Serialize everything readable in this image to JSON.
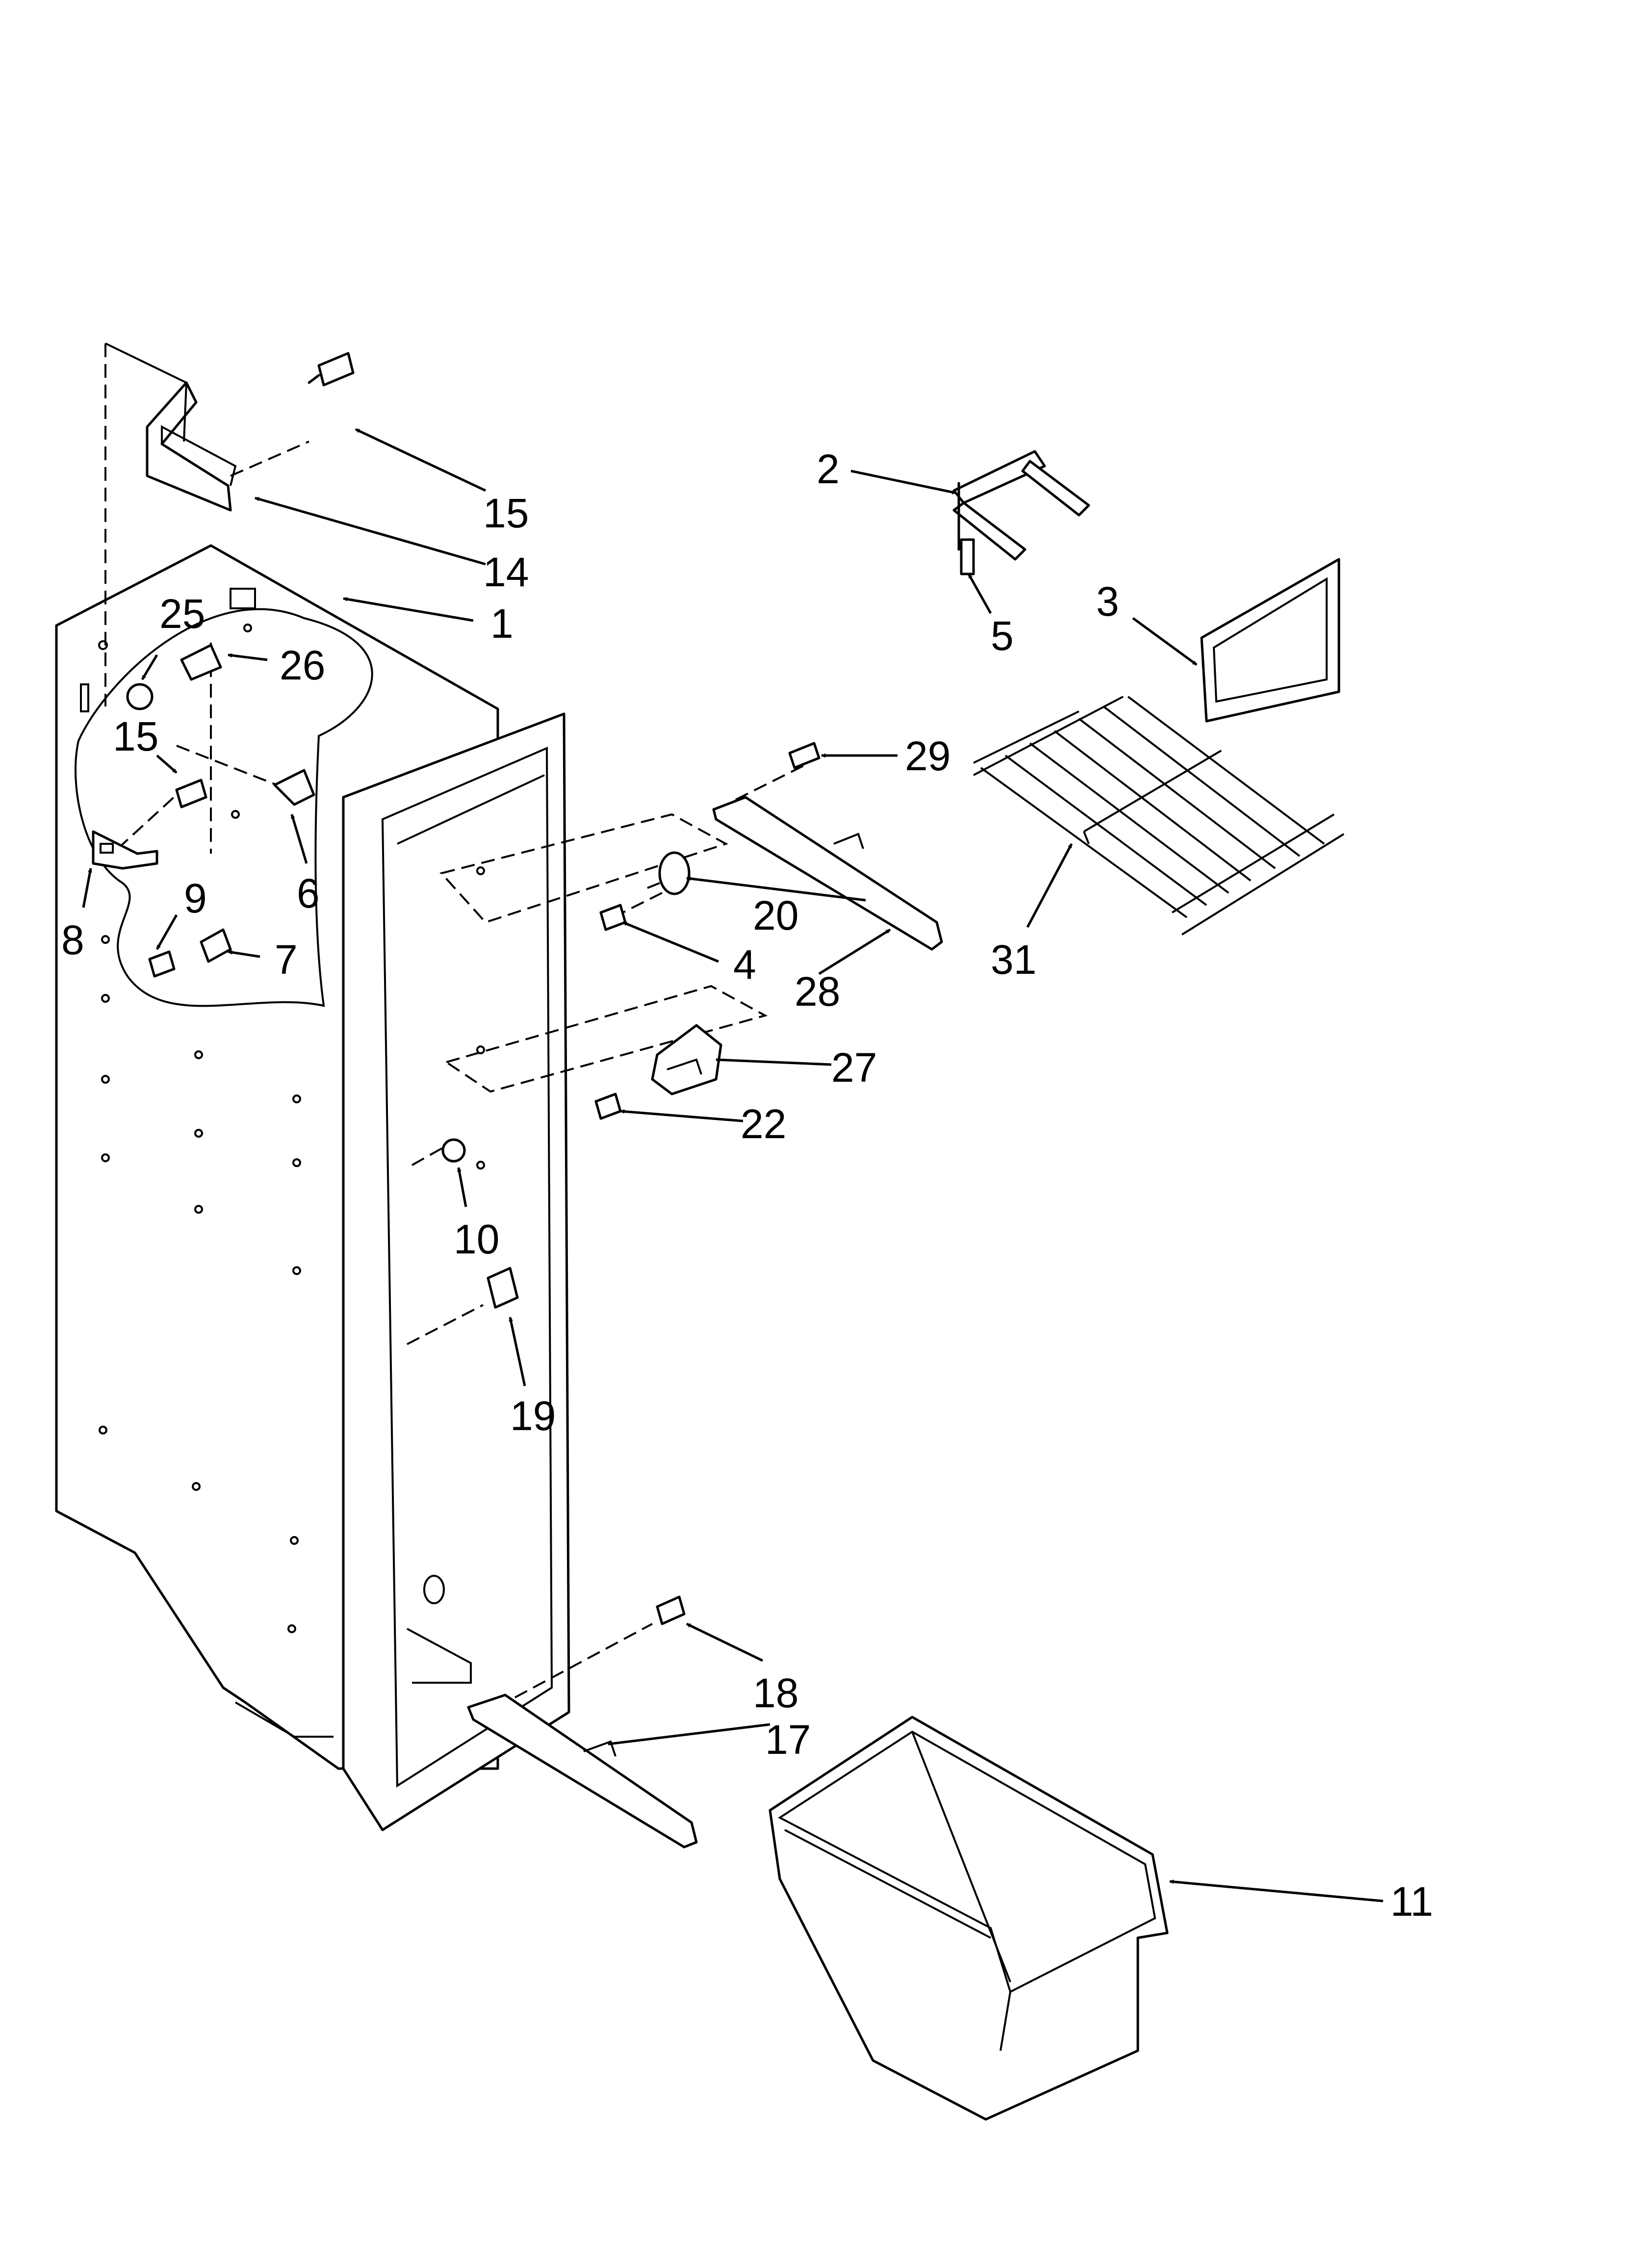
{
  "callouts": [
    {
      "id": "c1",
      "text": "1"
    },
    {
      "id": "c2",
      "text": "2"
    },
    {
      "id": "c3",
      "text": "3"
    },
    {
      "id": "c4",
      "text": "4"
    },
    {
      "id": "c5",
      "text": "5"
    },
    {
      "id": "c6",
      "text": "6"
    },
    {
      "id": "c7",
      "text": "7"
    },
    {
      "id": "c8",
      "text": "8"
    },
    {
      "id": "c9",
      "text": "9"
    },
    {
      "id": "c10",
      "text": "10"
    },
    {
      "id": "c11",
      "text": "11"
    },
    {
      "id": "c14",
      "text": "14"
    },
    {
      "id": "c15a",
      "text": "15"
    },
    {
      "id": "c15b",
      "text": "15"
    },
    {
      "id": "c17",
      "text": "17"
    },
    {
      "id": "c18",
      "text": "18"
    },
    {
      "id": "c19",
      "text": "19"
    },
    {
      "id": "c20",
      "text": "20"
    },
    {
      "id": "c22",
      "text": "22"
    },
    {
      "id": "c25",
      "text": "25"
    },
    {
      "id": "c26",
      "text": "26"
    },
    {
      "id": "c27",
      "text": "27"
    },
    {
      "id": "c28",
      "text": "28"
    },
    {
      "id": "c29",
      "text": "29"
    },
    {
      "id": "c31",
      "text": "31"
    }
  ]
}
